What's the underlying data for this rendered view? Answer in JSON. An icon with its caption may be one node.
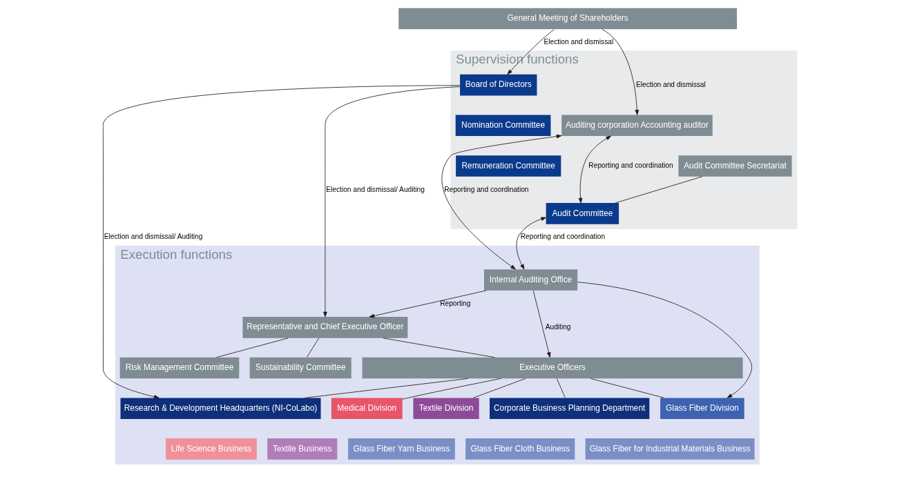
{
  "diagram": {
    "nodes": [
      {
        "text": [
          "General Meeting of Shareholders"
        ]
      },
      {
        "text": [
          "Supervision functions"
        ]
      },
      {
        "text": [
          "Auditing corporation Accounting auditor"
        ],
        "in": 1
      },
      {
        "text": [
          "Board of Directors"
        ],
        "in": 1
      },
      {
        "text": [
          "Nomination Committee"
        ],
        "in": 1
      },
      {
        "text": [
          "Remuneration Committee"
        ],
        "in": 1
      },
      {
        "text": [
          "Audit Committee"
        ],
        "in": 1
      },
      {
        "text": [
          "Audit Committee Secretariat"
        ],
        "in": 1
      },
      {
        "text": [
          "Execution functions"
        ]
      },
      {
        "text": [
          "Representative and Chief Executive Officer"
        ],
        "in": 8
      },
      {
        "text": [
          "Risk Management Committee"
        ],
        "in": 8
      },
      {
        "text": [
          "Sustainability Committee"
        ],
        "in": 8
      },
      {
        "text": [
          "Internal Auditing Office"
        ],
        "in": 8
      },
      {
        "text": [
          "Executive Officers"
        ],
        "in": 8
      },
      {
        "text": [
          "Glass Fiber Division"
        ],
        "in": 8
      },
      {
        "text": [
          "Glass Fiber Yarn Business"
        ],
        "in": 8
      },
      {
        "text": [
          "Glass Fiber Cloth Business"
        ],
        "in": 8
      },
      {
        "text": [
          "Glass Fiber for Industrial Materials Business"
        ],
        "in": 8
      },
      {
        "text": [
          "Medical Division"
        ],
        "in": 8
      },
      {
        "text": [
          "Life Science Business"
        ],
        "in": 8
      },
      {
        "text": [
          "Textile Division"
        ],
        "in": 8
      },
      {
        "text": [
          "Textile Business"
        ],
        "in": 8
      },
      {
        "text": [
          "Corporate Business Planning Department"
        ],
        "in": 8
      },
      {
        "text": [
          "Research & Development Headquarters (NI-CoLabo)"
        ],
        "in": 8
      }
    ],
    "edges": [
      {
        "from": 0,
        "to": 2,
        "arrow": "to",
        "label": "Election and dismissal"
      },
      {
        "from": 0,
        "to": 3,
        "arrow": "to",
        "label": "Election and dismissal"
      },
      {
        "from": 3,
        "to": 9,
        "arrow": "to",
        "label": "Election and dismissal/ Auditing"
      },
      {
        "from": 3,
        "to": 23,
        "arrow": "to",
        "label": "Election and dismissal/ Auditing"
      },
      {
        "from": 2,
        "to": 6,
        "arrow": "both",
        "label": "Reporting and coordination"
      },
      {
        "from": 7,
        "to": 6,
        "arrow": "none"
      },
      {
        "from": 6,
        "to": 12,
        "arrow": "both",
        "label": "Reporting and coordination"
      },
      {
        "from": 2,
        "to": 12,
        "arrow": "both",
        "label": "Reporting and coordination"
      },
      {
        "from": 12,
        "to": 9,
        "arrow": "to",
        "label": "Reporting"
      },
      {
        "from": 12,
        "to": 13,
        "arrow": "to",
        "label": "Auditing"
      },
      {
        "from": 12,
        "to": 14,
        "arrow": "to"
      },
      {
        "from": 9,
        "to": 10,
        "arrow": "none"
      },
      {
        "from": 9,
        "to": 11,
        "arrow": "none"
      },
      {
        "from": 9,
        "to": 13,
        "arrow": "none"
      },
      {
        "from": 13,
        "to": 14,
        "arrow": "none"
      },
      {
        "from": 13,
        "to": 18,
        "arrow": "none"
      },
      {
        "from": 13,
        "to": 20,
        "arrow": "none"
      },
      {
        "from": 13,
        "to": 22,
        "arrow": "none"
      },
      {
        "from": 13,
        "to": 23,
        "arrow": "none"
      }
    ]
  }
}
